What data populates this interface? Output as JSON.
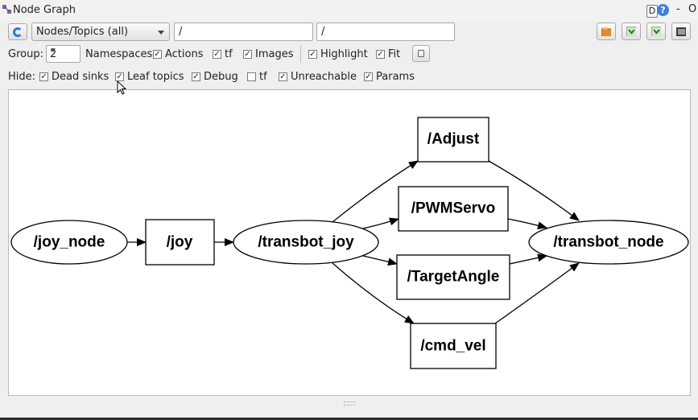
{
  "window": {
    "title": "Node Graph",
    "d_label": "D",
    "help_label": "?",
    "minimize_label": "-",
    "close_label": "O"
  },
  "toolbar": {
    "mode_select": "Nodes/Topics (all)",
    "node_filter": "/",
    "topic_filter": "/"
  },
  "options": {
    "group_label": "Group:",
    "group_value": "2",
    "checks": [
      {
        "label": "Namespaces",
        "checked": false
      },
      {
        "label": "Actions",
        "checked": true
      },
      {
        "label": "tf",
        "checked": true
      },
      {
        "label": "Images",
        "checked": true
      },
      {
        "label": "Highlight",
        "checked": true
      },
      {
        "label": "Fit",
        "checked": true
      }
    ]
  },
  "hide": {
    "label": "Hide:",
    "checks": [
      {
        "label": "Dead sinks",
        "checked": true
      },
      {
        "label": "Leaf topics",
        "checked": true
      },
      {
        "label": "Debug",
        "checked": true
      },
      {
        "label": "tf",
        "checked": false
      },
      {
        "label": "Unreachable",
        "checked": true
      },
      {
        "label": "Params",
        "checked": true
      }
    ]
  },
  "graph": {
    "nodes": {
      "joy_node": "/joy_node",
      "transbot_joy": "/transbot_joy",
      "transbot_node": "/transbot_node"
    },
    "topics": {
      "joy": "/joy",
      "adjust": "/Adjust",
      "pwmservo": "/PWMServo",
      "targetangle": "/TargetAngle",
      "cmd_vel": "/cmd_vel"
    }
  }
}
